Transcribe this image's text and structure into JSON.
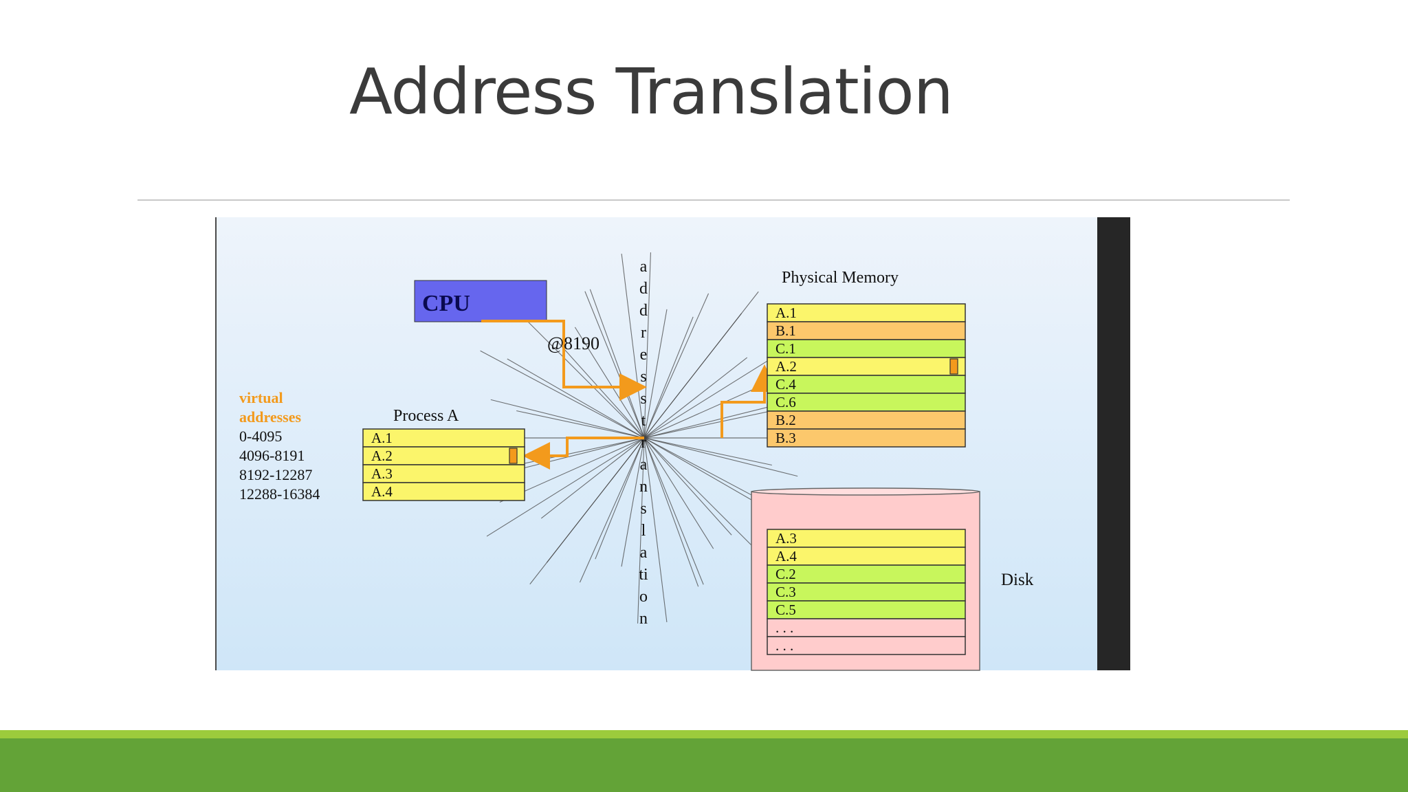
{
  "title": "Address Translation",
  "diagram": {
    "cpu_label": "CPU",
    "virtual_address": "@8190",
    "vertical_label_letters": [
      "a",
      "d",
      "d",
      "r",
      "e",
      "s",
      "s",
      "t",
      "r",
      "a",
      "n",
      "s",
      "l",
      "a",
      "ti",
      "o",
      "n"
    ],
    "virtual_addresses_heading": [
      "virtual",
      "addresses"
    ],
    "virtual_ranges": [
      "0-4095",
      "4096-8191",
      "8192-12287",
      "12288-16384"
    ],
    "process_label": "Process A",
    "process_pages": [
      "A.1",
      "A.2",
      "A.3",
      "A.4"
    ],
    "physical_memory_label": "Physical Memory",
    "physical_frames": [
      {
        "label": "A.1",
        "color": "#fbf56b"
      },
      {
        "label": "B.1",
        "color": "#fcc86c"
      },
      {
        "label": "C.1",
        "color": "#c8f65c"
      },
      {
        "label": "A.2",
        "color": "#fbf56b"
      },
      {
        "label": "C.4",
        "color": "#c8f65c"
      },
      {
        "label": "C.6",
        "color": "#c8f65c"
      },
      {
        "label": "B.2",
        "color": "#fcc86c"
      },
      {
        "label": "B.3",
        "color": "#fcc86c"
      }
    ],
    "disk_label": "Disk",
    "disk_pages": [
      {
        "label": "A.3",
        "color": "#fbf56b"
      },
      {
        "label": "A.4",
        "color": "#fbf56b"
      },
      {
        "label": "C.2",
        "color": "#c8f65c"
      },
      {
        "label": "C.3",
        "color": "#c8f65c"
      },
      {
        "label": "C.5",
        "color": "#c8f65c"
      },
      {
        "label": ". . .",
        "color": "#ffcccc"
      },
      {
        "label": ". . .",
        "color": "#ffcccc"
      }
    ],
    "colors": {
      "process_page": "#fbf56b",
      "cpu": "#6666ee",
      "arrow": "#f39a1c",
      "virtual_heading": "#f39a1c",
      "disk": "#ffcccc",
      "marker": "#f39a1c"
    }
  }
}
